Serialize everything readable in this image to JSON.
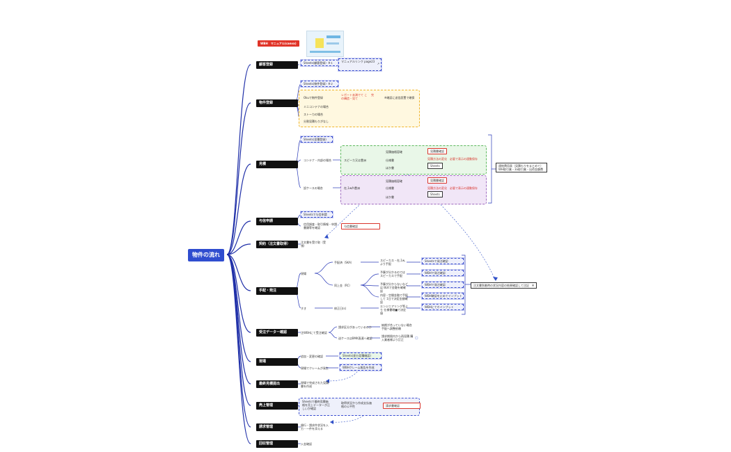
{
  "root": "物件の流れ",
  "manual_link": "WBH　マニュアル(canva)",
  "stages": {
    "s1": "顧客登録",
    "s2": "物件登録",
    "s3": "見積",
    "s4": "与信申請",
    "s5": "契約（注文書取得）",
    "s6": "手配・発注",
    "s7": "受注データー確認",
    "s8": "現場",
    "s9": "最終見積提出",
    "s10": "売上管理",
    "s11": "請求管理",
    "s12": "回収管理"
  },
  "nodes": {
    "c1": "Sheets(顧客登録）※１",
    "c1_note": "マニュアルリンク page23",
    "p1": "Sheets(物件登録）※２",
    "p2": "Okuで物件登録",
    "p2_warn": "レポート未満でて この構造・見て",
    "p2_mark": "完",
    "p2_note": "※確認に送信設置で確保",
    "p3": "ミニコンテナの場合",
    "p4": "ストーカの場合",
    "p5": "分割見積もりがなし",
    "e1": "Sheets(見積登録)",
    "e2": "コンテナ・内部の場合",
    "e2_sub": "スピーカ又は豊洲",
    "e3": "設ケースの場合",
    "e3_sub": "在,1w/h豊洲",
    "g1": "見積価格容確",
    "g2": "仕様書",
    "g3": "ほか書",
    "g4": "見積価格容確",
    "g5": "仕様書",
    "g6": "ほか書",
    "r1": "見積書確認",
    "r2": "見積書確認",
    "lk1": "見積方法の変化　必要で表示の連動保存",
    "lk2": "見積方法の変化　必要で表示の連動保存",
    "bk1": "Sheets",
    "bk2": "Sheets",
    "side_note": "連結費用表（見積もりをまとめて） WH取引業・3a取引業・出荷金額費",
    "y1": "Sheetsで与信申請",
    "y2": "信用調査・取引情報・申請書類等を確認",
    "y2_box": "与信書確認",
    "k1": "注文書を受け取（受領）",
    "t1": "現場",
    "t2": "すき",
    "t3": "手配済（SKA）",
    "t4": "同上金（RC）",
    "t5": "修正日(s)",
    "t6": "スピーカス・在,1w,より手配",
    "t7": "予算が分かるのでは スピーカスで手配",
    "t8": "予算が分からないなどは BLKで金融を確確認",
    "t9": "内容・空間金融で手配して 1日で決定金額確認",
    "t10": "エンジニアリング等より 仕様書確■で決定値",
    "tb1": "Sheetsで発注確認",
    "tb2": "WBHで発注確認",
    "tb3": "WBHで発注確認",
    "tb4": "WBH確認を止めてインプット",
    "tb5": "WBHにてホインプット",
    "tr_note": "注文書到着時の状況内容の結果確認して注記　※",
    "j1": "注WBHにて受注確認",
    "j2": "請求区分があっているのか",
    "j3": "送ケースはBMK直連へ確認",
    "j4": "納期が合っていない場合 手配へ調整依頼",
    "j5": "請求期限内から再見積 購入業者様より訂正",
    "g8a": "追加・変更の確認",
    "g8b": "現場でクレームが発生",
    "g8c": "Sheets(差分見積確認)",
    "g8d": "WBHクレーム報告を作成",
    "f1": "現場で完成された見積書を作成",
    "u1": "Sheetsで最終見積価格を売上データーが正しいか確認",
    "u2": "取得状況から作成支払価格の公平性",
    "u2_box": "請求書確認",
    "q1": "銀行・請求件状況を入力・一件を添える",
    "z1": "入金確認"
  }
}
